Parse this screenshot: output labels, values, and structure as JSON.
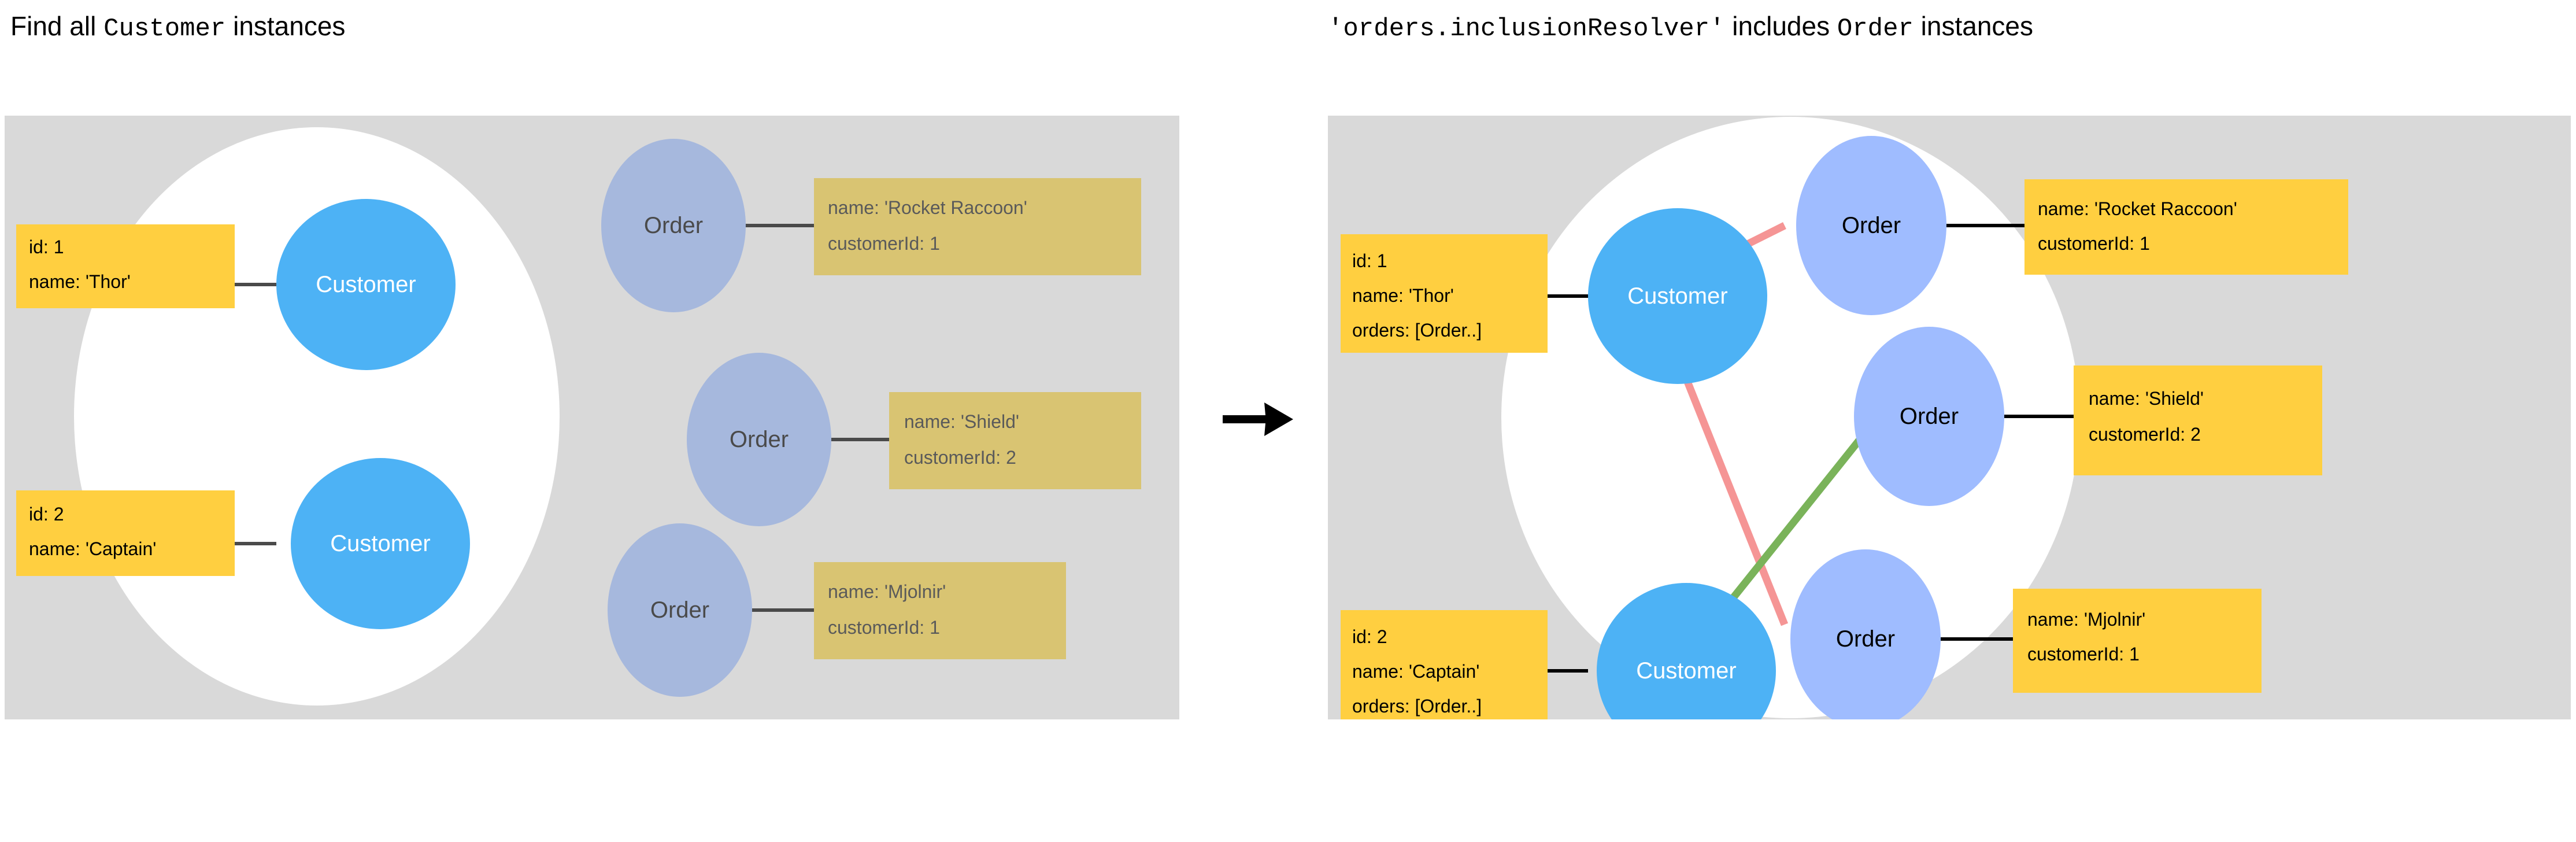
{
  "panels": [
    {
      "id": "left",
      "title": {
        "prefix": "Find all ",
        "code": "Customer",
        "suffix": " instances"
      },
      "background_color": "#d9d9d9",
      "highlight_ellipse_color": "#ffffff",
      "customer_circle_color": "#4db2f5",
      "order_circle_color": "#a6b8dd",
      "detail_box_color": "#d9c472",
      "detail_text_color": "#5a5a5a",
      "customer_box_color": "#ffcf40",
      "customer_box_text_color": "#000000",
      "connector_color": "#4a4a4a",
      "customers": [
        {
          "node_label": "Customer",
          "lines": [
            "id: 1",
            "name: 'Thor'"
          ]
        },
        {
          "node_label": "Customer",
          "lines": [
            "id: 2",
            "name: 'Captain'"
          ]
        }
      ],
      "orders": [
        {
          "node_label": "Order",
          "lines": [
            "name:  'Rocket Raccoon'",
            "customerId: 1"
          ]
        },
        {
          "node_label": "Order",
          "lines": [
            "name:  'Shield'",
            "customerId: 2"
          ]
        },
        {
          "node_label": "Order",
          "lines": [
            "name:  'Mjolnir'",
            "customerId: 1"
          ]
        }
      ],
      "relations": []
    },
    {
      "id": "right",
      "title": {
        "prefix": "",
        "code": "'orders.inclusionResolver'",
        "suffix": " includes ",
        "code2": "Order",
        "suffix2": " instances"
      },
      "background_color": "#d9d9d9",
      "highlight_ellipse_color": "#ffffff",
      "customer_circle_color": "#4db2f5",
      "order_circle_color": "#9fbcff",
      "detail_box_color": "#ffcf40",
      "detail_text_color": "#000000",
      "customer_box_color": "#ffcf40",
      "customer_box_text_color": "#000000",
      "connector_color": "#000000",
      "relation_color_thor": "#f59595",
      "relation_color_captain": "#7ab35a",
      "customers": [
        {
          "node_label": "Customer",
          "lines": [
            "id: 1",
            "name: 'Thor'",
            "orders: [Order..]"
          ]
        },
        {
          "node_label": "Customer",
          "lines": [
            "id: 2",
            " name: 'Captain'",
            "orders: [Order..]"
          ]
        }
      ],
      "orders": [
        {
          "node_label": "Order",
          "lines": [
            "name:  'Rocket Raccoon'",
            "customerId: 1"
          ]
        },
        {
          "node_label": "Order",
          "lines": [
            "name:  'Shield'",
            "customerId: 2"
          ]
        },
        {
          "node_label": "Order",
          "lines": [
            "name:  'Mjolnir'",
            "customerId: 1"
          ]
        }
      ],
      "relations": [
        {
          "from": "customer-1",
          "to": "order-1",
          "color": "#f59595"
        },
        {
          "from": "customer-1",
          "to": "order-3",
          "color": "#f59595"
        },
        {
          "from": "customer-2",
          "to": "order-2",
          "color": "#7ab35a"
        }
      ]
    }
  ],
  "flow_arrow": {
    "name": "right-arrow-icon",
    "color": "#000000",
    "direction": "right"
  }
}
